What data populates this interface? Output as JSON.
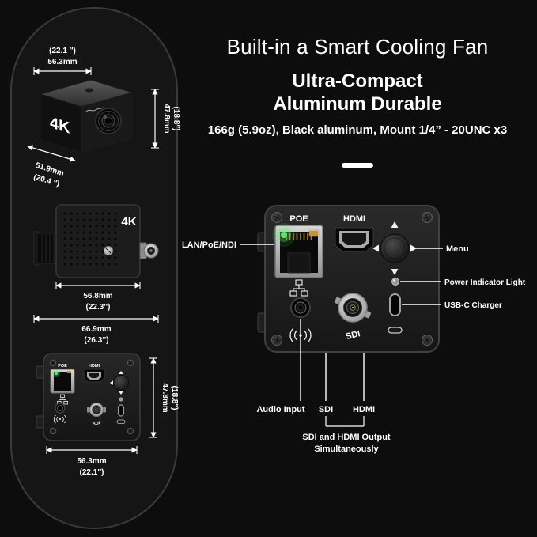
{
  "header": {
    "title": "Built-in a Smart Cooling Fan",
    "subtitle_line1": "Ultra-Compact",
    "subtitle_line2": "Aluminum Durable",
    "specs": "166g (5.9oz), Black aluminum, Mount 1/4” - 20UNC x3"
  },
  "front_view": {
    "badge": "4K",
    "width_in": "(22.1 ″)",
    "width_mm": "56.3mm",
    "height_mm": "47.8mm",
    "height_in": "(18.8″)",
    "depth_mm": "51.9mm",
    "depth_in": "(20.4 ″)"
  },
  "side_view": {
    "badge": "4K",
    "body_mm": "56.8mm",
    "body_in": "(22.3″)",
    "overall_mm": "66.9mm",
    "overall_in": "(26.3″)"
  },
  "rear_view": {
    "poe": "POE",
    "hdmi": "HDMI",
    "sdi": "SDI",
    "height_mm": "47.8mm",
    "height_in": "(18.8″)",
    "width_mm": "56.3mm",
    "width_in": "(22.1″)"
  },
  "diagram": {
    "poe": "POE",
    "hdmi": "HDMI",
    "sdi": "SDI",
    "callout_lan": "LAN/PoE/NDI",
    "callout_menu": "Menu",
    "callout_power": "Power Indicator Light",
    "callout_usb": "USB-C Charger",
    "callout_audio": "Audio Input",
    "callout_sdi": "SDI",
    "callout_hdmi": "HDMI",
    "callout_sim1": "SDI and HDMI Output",
    "callout_sim2": "Simultaneously"
  }
}
